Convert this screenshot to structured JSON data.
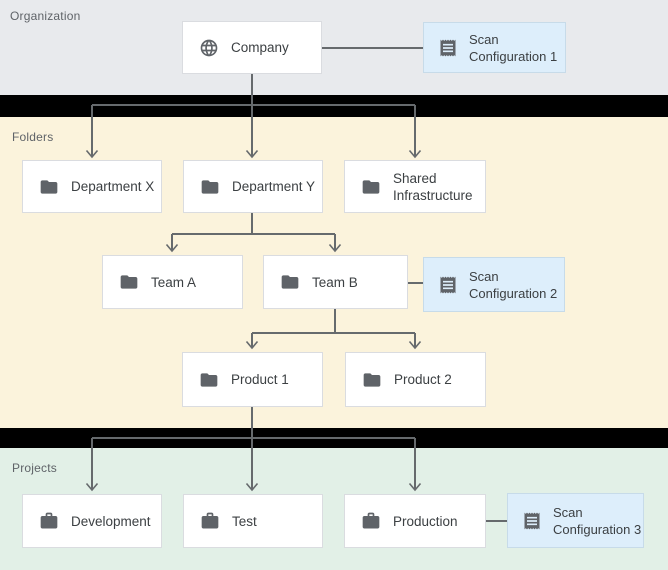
{
  "sections": {
    "organization": {
      "label": "Organization"
    },
    "folders": {
      "label": "Folders"
    },
    "projects": {
      "label": "Projects"
    }
  },
  "nodes": {
    "company": {
      "label": "Company",
      "icon": "globe-icon"
    },
    "scan_config_1": {
      "label": "Scan Configuration 1",
      "icon": "receipt-icon"
    },
    "department_x": {
      "label": "Department X",
      "icon": "folder-icon"
    },
    "department_y": {
      "label": "Department Y",
      "icon": "folder-icon"
    },
    "shared_infra": {
      "label": "Shared Infrastructure",
      "icon": "folder-icon"
    },
    "team_a": {
      "label": "Team A",
      "icon": "folder-icon"
    },
    "team_b": {
      "label": "Team B",
      "icon": "folder-icon"
    },
    "scan_config_2": {
      "label": "Scan Configuration 2",
      "icon": "receipt-icon"
    },
    "product_1": {
      "label": "Product 1",
      "icon": "folder-icon"
    },
    "product_2": {
      "label": "Product 2",
      "icon": "folder-icon"
    },
    "development": {
      "label": "Development",
      "icon": "briefcase-icon"
    },
    "test": {
      "label": "Test",
      "icon": "briefcase-icon"
    },
    "production": {
      "label": "Production",
      "icon": "briefcase-icon"
    },
    "scan_config_3": {
      "label": "Scan Configuration 3",
      "icon": "receipt-icon"
    }
  },
  "colors": {
    "organization_bg": "#e8eaed",
    "folders_bg": "#fbf3dc",
    "projects_bg": "#e2f0e7",
    "divider": "#000000",
    "node_bg": "#ffffff",
    "node_border": "#dadce0",
    "scan_config_bg": "#ddeefb",
    "scan_config_border": "#c7dbe9",
    "connector": "#666a6d",
    "icon": "#5f6368",
    "node_text": "#3c4043",
    "section_label_text": "#5f6368"
  }
}
